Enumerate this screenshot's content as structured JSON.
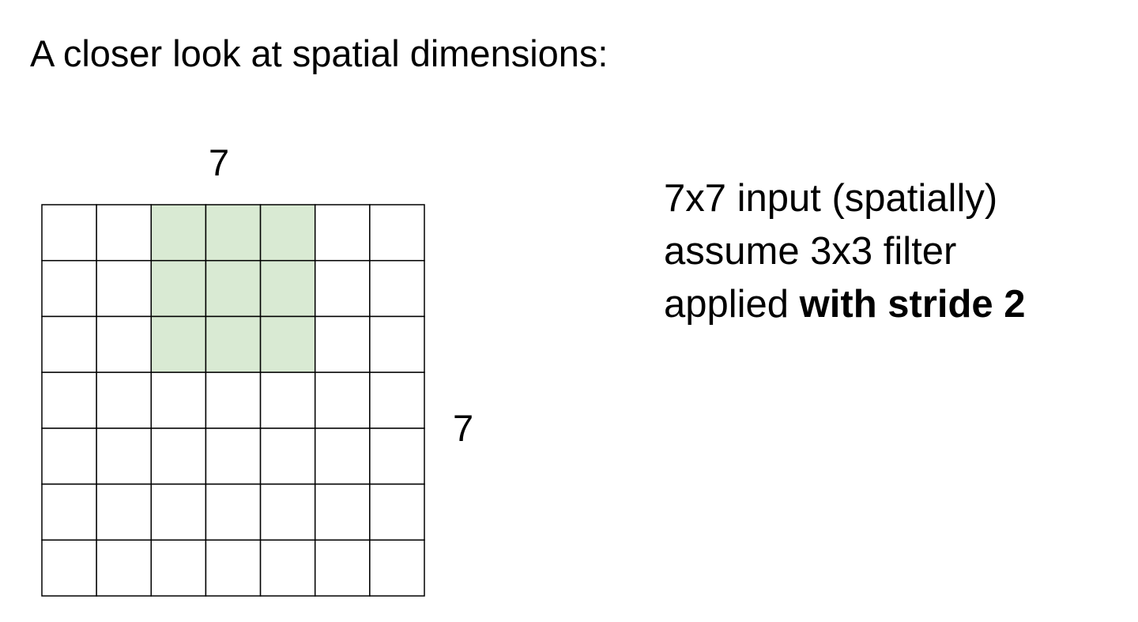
{
  "title": "A closer look at spatial dimensions:",
  "grid": {
    "rows": 7,
    "cols": 7,
    "width_label": "7",
    "height_label": "7",
    "filter": {
      "row_start": 0,
      "col_start": 2,
      "size": 3
    },
    "colors": {
      "filter_fill": "#d9ead3",
      "cell_fill": "#ffffff",
      "line": "#000000"
    }
  },
  "description": {
    "line1": "7x7 input (spatially)",
    "line2": "assume 3x3 filter",
    "line3_prefix": "applied ",
    "line3_bold": "with stride 2"
  }
}
